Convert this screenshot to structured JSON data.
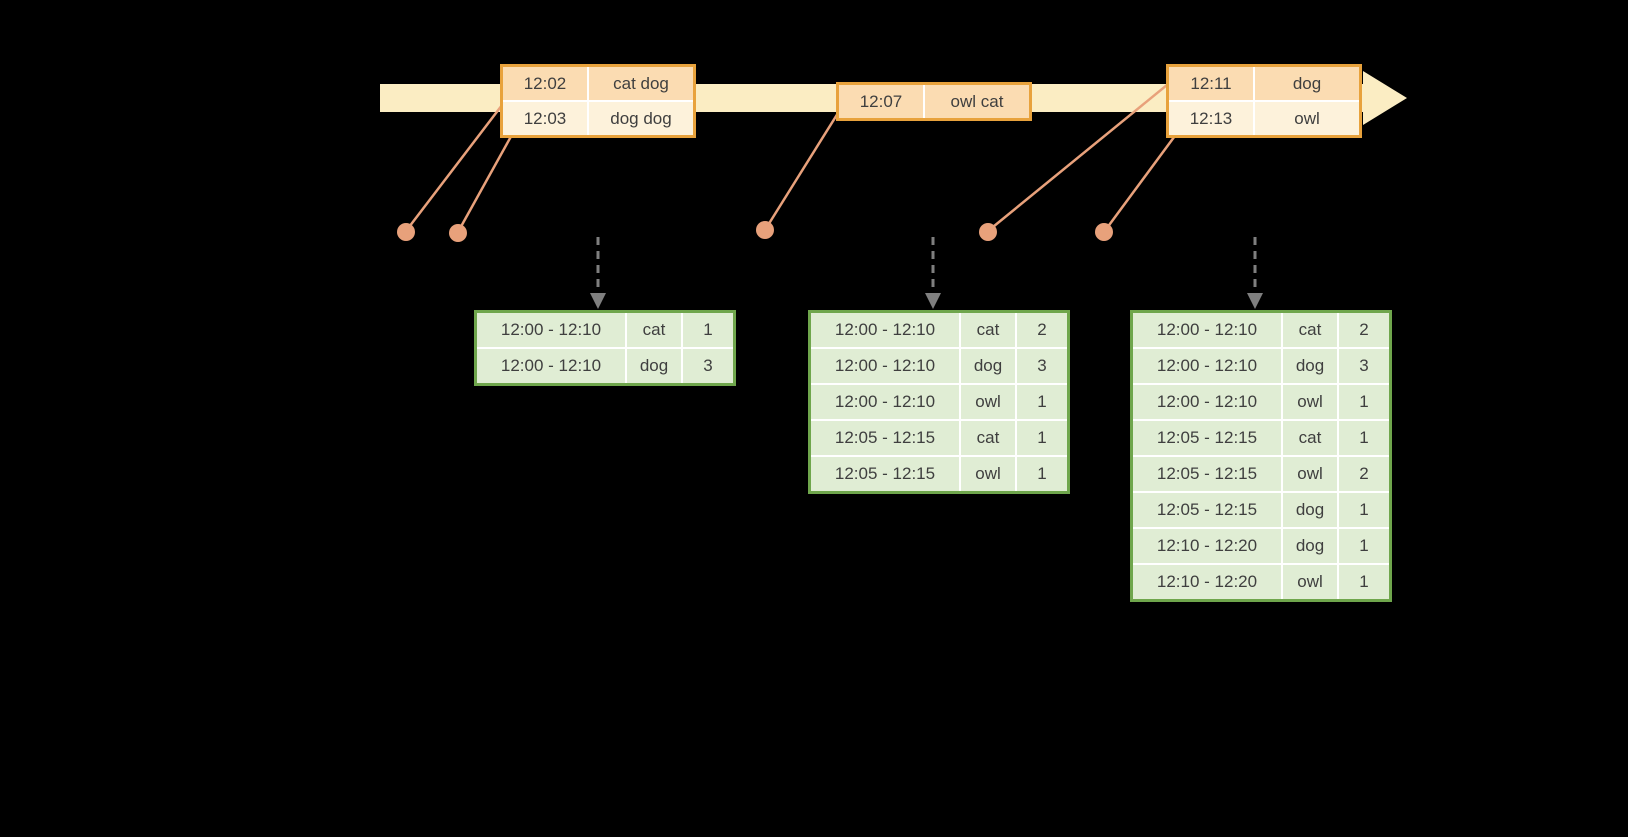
{
  "timeline": {
    "events": [
      {
        "rows": [
          [
            "12:02",
            "cat dog"
          ],
          [
            "12:03",
            "dog dog"
          ]
        ]
      },
      {
        "rows": [
          [
            "12:07",
            "owl cat"
          ]
        ]
      },
      {
        "rows": [
          [
            "12:11",
            "dog"
          ],
          [
            "12:13",
            "owl"
          ]
        ]
      }
    ]
  },
  "result_tables": [
    {
      "rows": [
        [
          "12:00 - 12:10",
          "cat",
          "1"
        ],
        [
          "12:00 - 12:10",
          "dog",
          "3"
        ]
      ]
    },
    {
      "rows": [
        [
          "12:00 - 12:10",
          "cat",
          "2"
        ],
        [
          "12:00 - 12:10",
          "dog",
          "3"
        ],
        [
          "12:00 - 12:10",
          "owl",
          "1"
        ],
        [
          "12:05 - 12:15",
          "cat",
          "1"
        ],
        [
          "12:05 - 12:15",
          "owl",
          "1"
        ]
      ]
    },
    {
      "rows": [
        [
          "12:00 - 12:10",
          "cat",
          "2"
        ],
        [
          "12:00 - 12:10",
          "dog",
          "3"
        ],
        [
          "12:00 - 12:10",
          "owl",
          "1"
        ],
        [
          "12:05 - 12:15",
          "cat",
          "1"
        ],
        [
          "12:05 - 12:15",
          "owl",
          "2"
        ],
        [
          "12:05 - 12:15",
          "dog",
          "1"
        ],
        [
          "12:10 - 12:20",
          "dog",
          "1"
        ],
        [
          "12:10 - 12:20",
          "owl",
          "1"
        ]
      ]
    }
  ],
  "colors": {
    "background": "#000000",
    "timeline_arrow": "#FBEDC3",
    "event_border": "#E8A23C",
    "event_row_odd": "#FBDCB2",
    "event_row_even": "#FDF2DB",
    "result_border": "#6FA64C",
    "result_cell": "#E0EDD4",
    "connector": "#E8A17B",
    "dashed_arrow": "#7F7F7F",
    "text": "#3F3F3F"
  }
}
